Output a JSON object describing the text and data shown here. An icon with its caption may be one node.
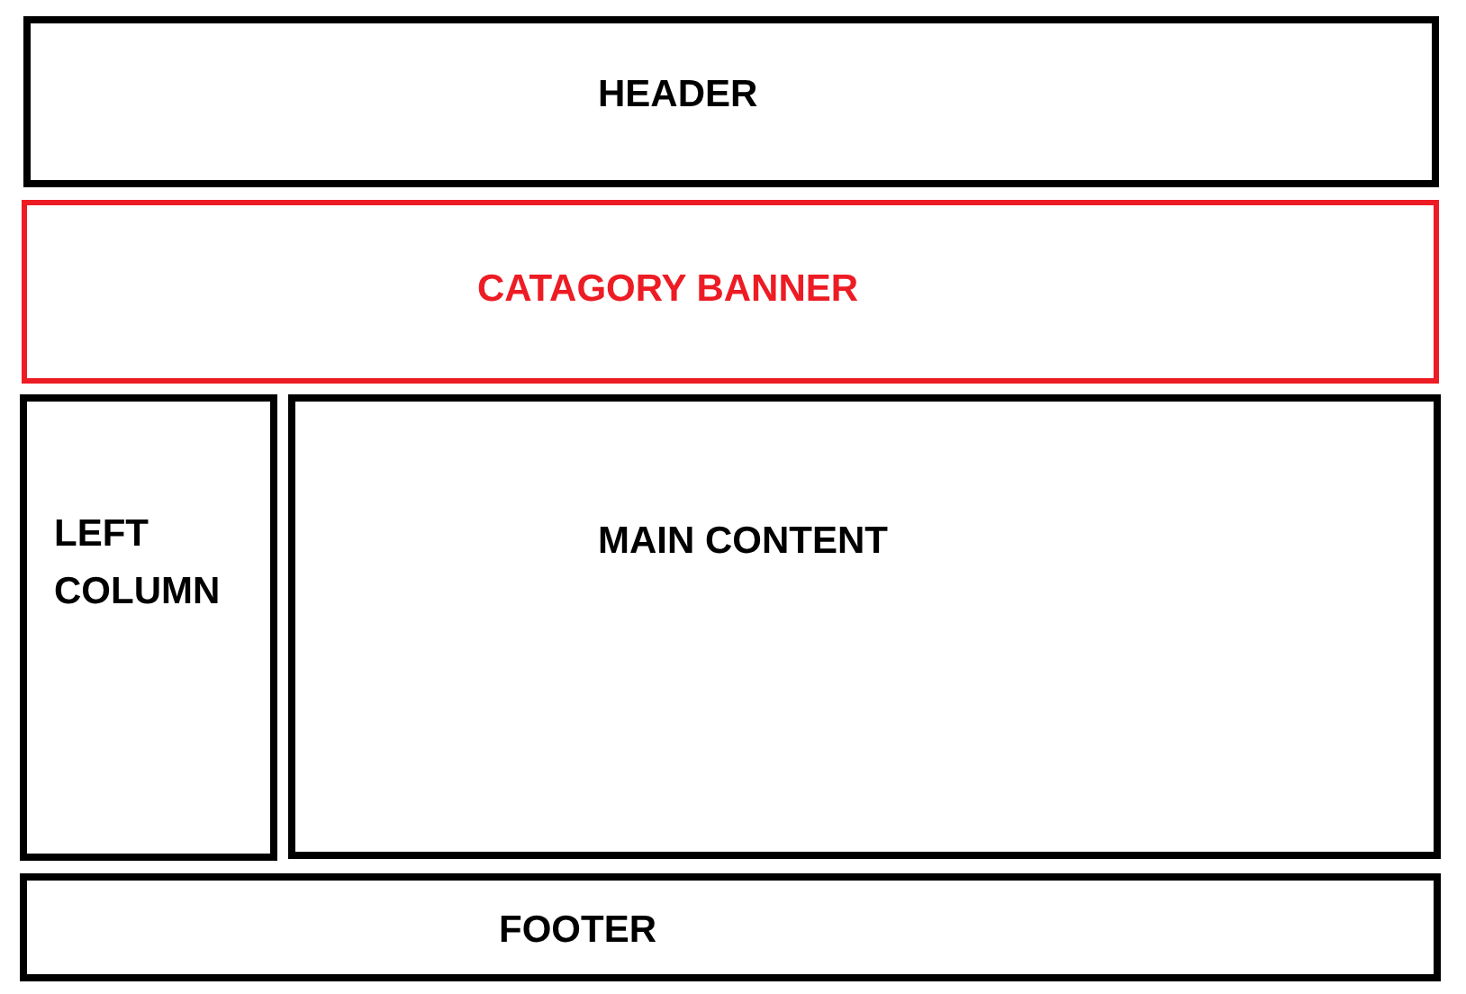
{
  "diagram": {
    "nodes": [
      {
        "text": [
          "HEADER"
        ]
      },
      {
        "text": [
          "CATAGORY BANNER"
        ]
      },
      {
        "text": [
          "LEFT COLUMN"
        ]
      },
      {
        "text": [
          "MAIN CONTENT"
        ]
      },
      {
        "text": [
          "FOOTER"
        ]
      }
    ]
  }
}
